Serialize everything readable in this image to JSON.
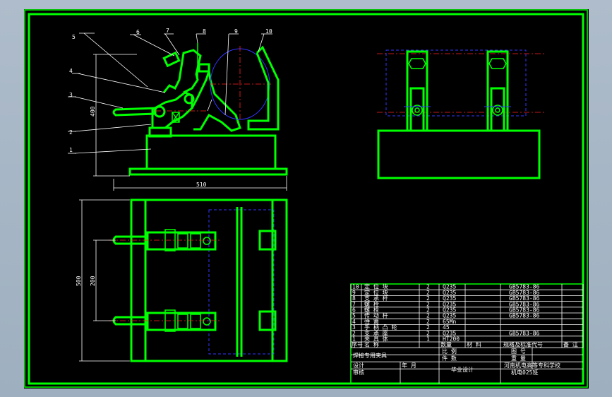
{
  "drawing": {
    "balloons": [
      "1",
      "2",
      "3",
      "4",
      "5",
      "6",
      "7",
      "8",
      "9",
      "10"
    ],
    "dimensions": {
      "front_height": "400",
      "front_width": "510",
      "top_height": "500",
      "top_spacing": "200"
    }
  },
  "parts_list": [
    {
      "no": "10",
      "name": "定 位 块",
      "qty": "2",
      "material": "Q235",
      "standard": "GB5783-86"
    },
    {
      "no": "9",
      "name": "定 位 块",
      "qty": "2",
      "material": "Q235",
      "standard": "GB5783-86"
    },
    {
      "no": "8",
      "name": "支 承 杆",
      "qty": "2",
      "material": "Q235",
      "standard": "GB5783-86"
    },
    {
      "no": "7",
      "name": "螺    栓",
      "qty": "2",
      "material": "Q235",
      "standard": "GB5783-86"
    },
    {
      "no": "6",
      "name": "螺    栓",
      "qty": "2",
      "material": "Q235",
      "standard": "GB5783-86"
    },
    {
      "no": "5",
      "name": "传 动 杆",
      "qty": "2",
      "material": "Q235",
      "standard": "GB5783-86"
    },
    {
      "no": "4",
      "name": "弹    簧",
      "qty": "2",
      "material": "65Mn",
      "standard": ""
    },
    {
      "no": "3",
      "name": "手 柄 凸 轮",
      "qty": "2",
      "material": "45",
      "standard": ""
    },
    {
      "no": "2",
      "name": "支 承 座",
      "qty": "2",
      "material": "Q235",
      "standard": "GB5783-86"
    },
    {
      "no": "1",
      "name": "夹 具 体",
      "qty": "1",
      "material": "HT200",
      "standard": ""
    }
  ],
  "parts_header": {
    "no": "序号",
    "name": "名 称",
    "qty": "数量",
    "material": "材  料",
    "standard": "规格及标准代号",
    "note": "备 注"
  },
  "title_block": {
    "drawing_name": "焊接专用夹具",
    "scale_label": "比 例",
    "count_label": "件 数",
    "sheet_label": "图 号",
    "weight_label": "重 量",
    "designer_label": "设计",
    "date_label": "年 月",
    "checker_label": "审核",
    "project": "毕业设计",
    "school": "河南机电高等专科学校",
    "class": "机电025班"
  }
}
